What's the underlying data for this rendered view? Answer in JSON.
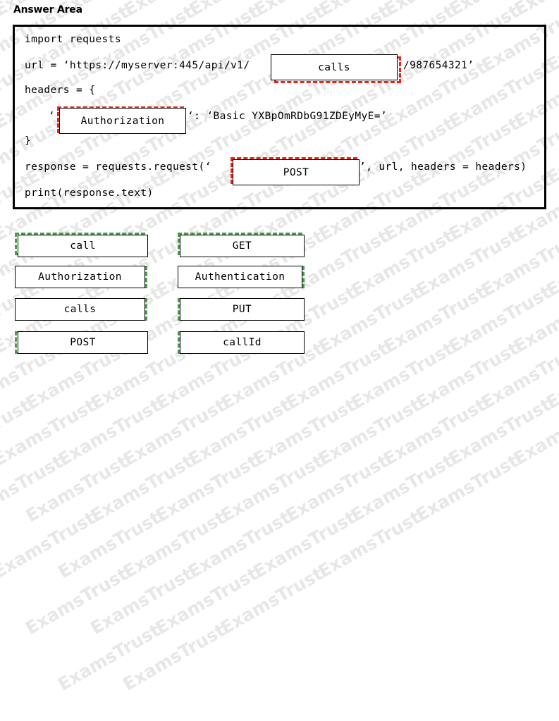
{
  "page": {
    "title": "Answer Area",
    "watermark_text": "ExamsTrust",
    "accent_colors": {
      "drop_target_red": "#e8231c",
      "option_green": "#4a9b4a",
      "border_black": "#000000",
      "watermark_gray": "#e7e7e7"
    }
  },
  "code": {
    "lines": [
      {
        "id": "line1",
        "text": "import requests"
      },
      {
        "id": "line2_pre",
        "text": "url = ‘https://myserver:445/api/v1/"
      },
      {
        "id": "line2_post",
        "text": "/987654321’"
      },
      {
        "id": "line3",
        "text": "headers = {"
      },
      {
        "id": "line4_pre",
        "text": "‘"
      },
      {
        "id": "line4_post",
        "text": "‘: ‘Basic YXBpOmRDbG91ZDEyMyE=’"
      },
      {
        "id": "line5",
        "text": "}"
      },
      {
        "id": "line6_pre",
        "text": "response = requests.request(‘"
      },
      {
        "id": "line6_post",
        "text": "’, url, headers = headers)"
      },
      {
        "id": "line7",
        "text": "print(response.text)"
      }
    ],
    "dropped_tokens": [
      {
        "id": "drop-1",
        "label": "calls"
      },
      {
        "id": "drop-2",
        "label": "Authorization"
      },
      {
        "id": "drop-3",
        "label": "POST"
      }
    ]
  },
  "option_bank": {
    "options": [
      {
        "id": "opt-call",
        "label": "call"
      },
      {
        "id": "opt-get",
        "label": "GET"
      },
      {
        "id": "opt-authorization",
        "label": "Authorization"
      },
      {
        "id": "opt-authentication",
        "label": "Authentication"
      },
      {
        "id": "opt-calls",
        "label": "calls"
      },
      {
        "id": "opt-put",
        "label": "PUT"
      },
      {
        "id": "opt-post",
        "label": "POST"
      },
      {
        "id": "opt-callid",
        "label": "callId"
      }
    ]
  }
}
